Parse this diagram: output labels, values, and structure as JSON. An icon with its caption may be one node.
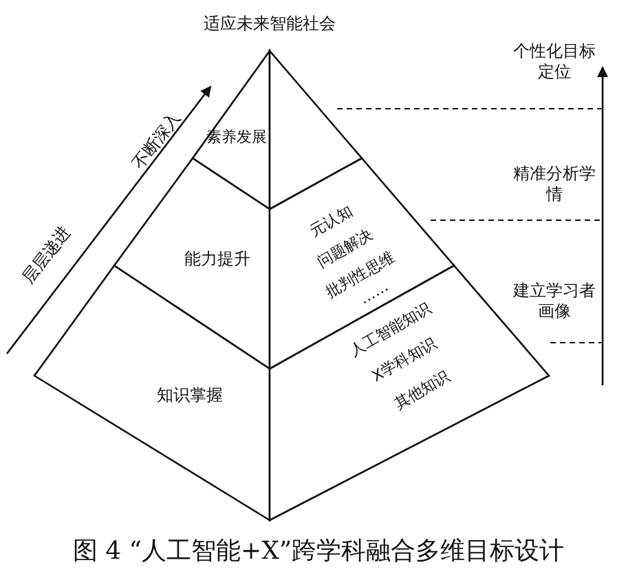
{
  "diagram": {
    "caption": "图 4 “人工智能+X”跨学科融合多维目标设计",
    "nodes": [
      {
        "text": [
          "素养发展"
        ]
      },
      {
        "text": [],
        "shape": "triangle"
      },
      {
        "text": [
          "能力提升"
        ]
      },
      {
        "text": [
          "元认知",
          "问题解决",
          "批判性思维",
          "……"
        ]
      },
      {
        "text": [
          "知识掌握"
        ]
      },
      {
        "text": [
          "人工智能知识",
          "X学科知识",
          "其他知识"
        ]
      }
    ],
    "labels": [
      "适应未来智能社会",
      "个性化目标定位",
      "不断深入",
      "精准分析学情",
      "层层递进",
      "建立学习者画像"
    ]
  }
}
